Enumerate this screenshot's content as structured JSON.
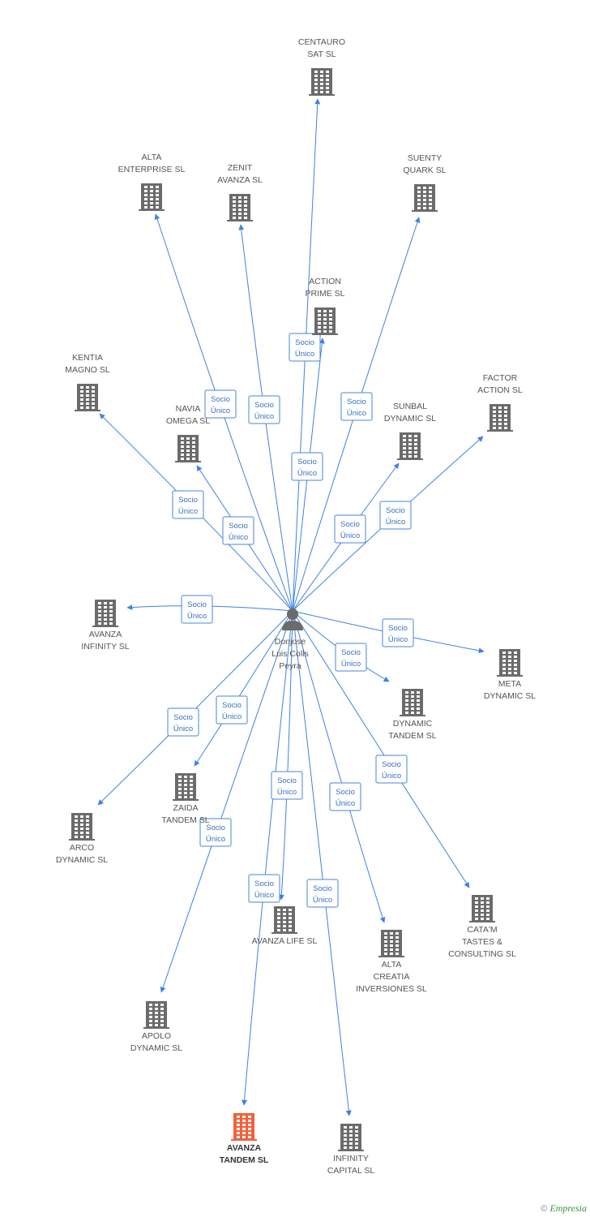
{
  "center": {
    "lines": [
      "Donjose",
      "Luis Colls",
      "Peyra"
    ]
  },
  "edge_label": [
    "Socio",
    "Único"
  ],
  "nodes": [
    {
      "id": "centauro",
      "lines": [
        "CENTAURO",
        "SAT SL"
      ]
    },
    {
      "id": "alta-enterprise",
      "lines": [
        "ALTA",
        "ENTERPRISE SL"
      ]
    },
    {
      "id": "zenit",
      "lines": [
        "ZENIT",
        "AVANZA SL"
      ]
    },
    {
      "id": "suenty",
      "lines": [
        "SUENTY",
        "QUARK SL"
      ]
    },
    {
      "id": "action-prime",
      "lines": [
        "ACTION",
        "PRIME SL"
      ]
    },
    {
      "id": "kentia",
      "lines": [
        "KENTIA",
        "MAGNO SL"
      ]
    },
    {
      "id": "factor-action",
      "lines": [
        "FACTOR",
        "ACTION SL"
      ]
    },
    {
      "id": "navia",
      "lines": [
        "NAVIA",
        "OMEGA SL"
      ]
    },
    {
      "id": "sunbal",
      "lines": [
        "SUNBAL",
        "DYNAMIC SL"
      ]
    },
    {
      "id": "avanza-infinity",
      "lines": [
        "AVANZA",
        "INFINITY SL"
      ]
    },
    {
      "id": "meta",
      "lines": [
        "META",
        "DYNAMIC SL"
      ]
    },
    {
      "id": "dynamic-tandem",
      "lines": [
        "DYNAMIC",
        "TANDEM SL"
      ]
    },
    {
      "id": "zaida",
      "lines": [
        "ZAIDA",
        "TANDEM SL"
      ]
    },
    {
      "id": "arco",
      "lines": [
        "ARCO",
        "DYNAMIC SL"
      ]
    },
    {
      "id": "avanza-life",
      "lines": [
        "AVANZA LIFE SL"
      ]
    },
    {
      "id": "alta-creatia",
      "lines": [
        "ALTA",
        "CREATIA",
        "INVERSIONES SL"
      ]
    },
    {
      "id": "catam",
      "lines": [
        "CATA'M",
        "TASTES &",
        "CONSULTING  SL"
      ]
    },
    {
      "id": "apolo",
      "lines": [
        "APOLO",
        "DYNAMIC SL"
      ]
    },
    {
      "id": "avanza-tandem",
      "lines": [
        "AVANZA",
        "TANDEM SL"
      ],
      "highlight": true
    },
    {
      "id": "infinity-capital",
      "lines": [
        "INFINITY",
        "CAPITAL SL"
      ]
    }
  ],
  "colors": {
    "edge": "#3f82e0",
    "building": "#6b6b6b",
    "highlight": "#f4603a",
    "person": "#6b6b6b"
  },
  "footer": {
    "copyright": "©",
    "brand": "Empresia"
  }
}
